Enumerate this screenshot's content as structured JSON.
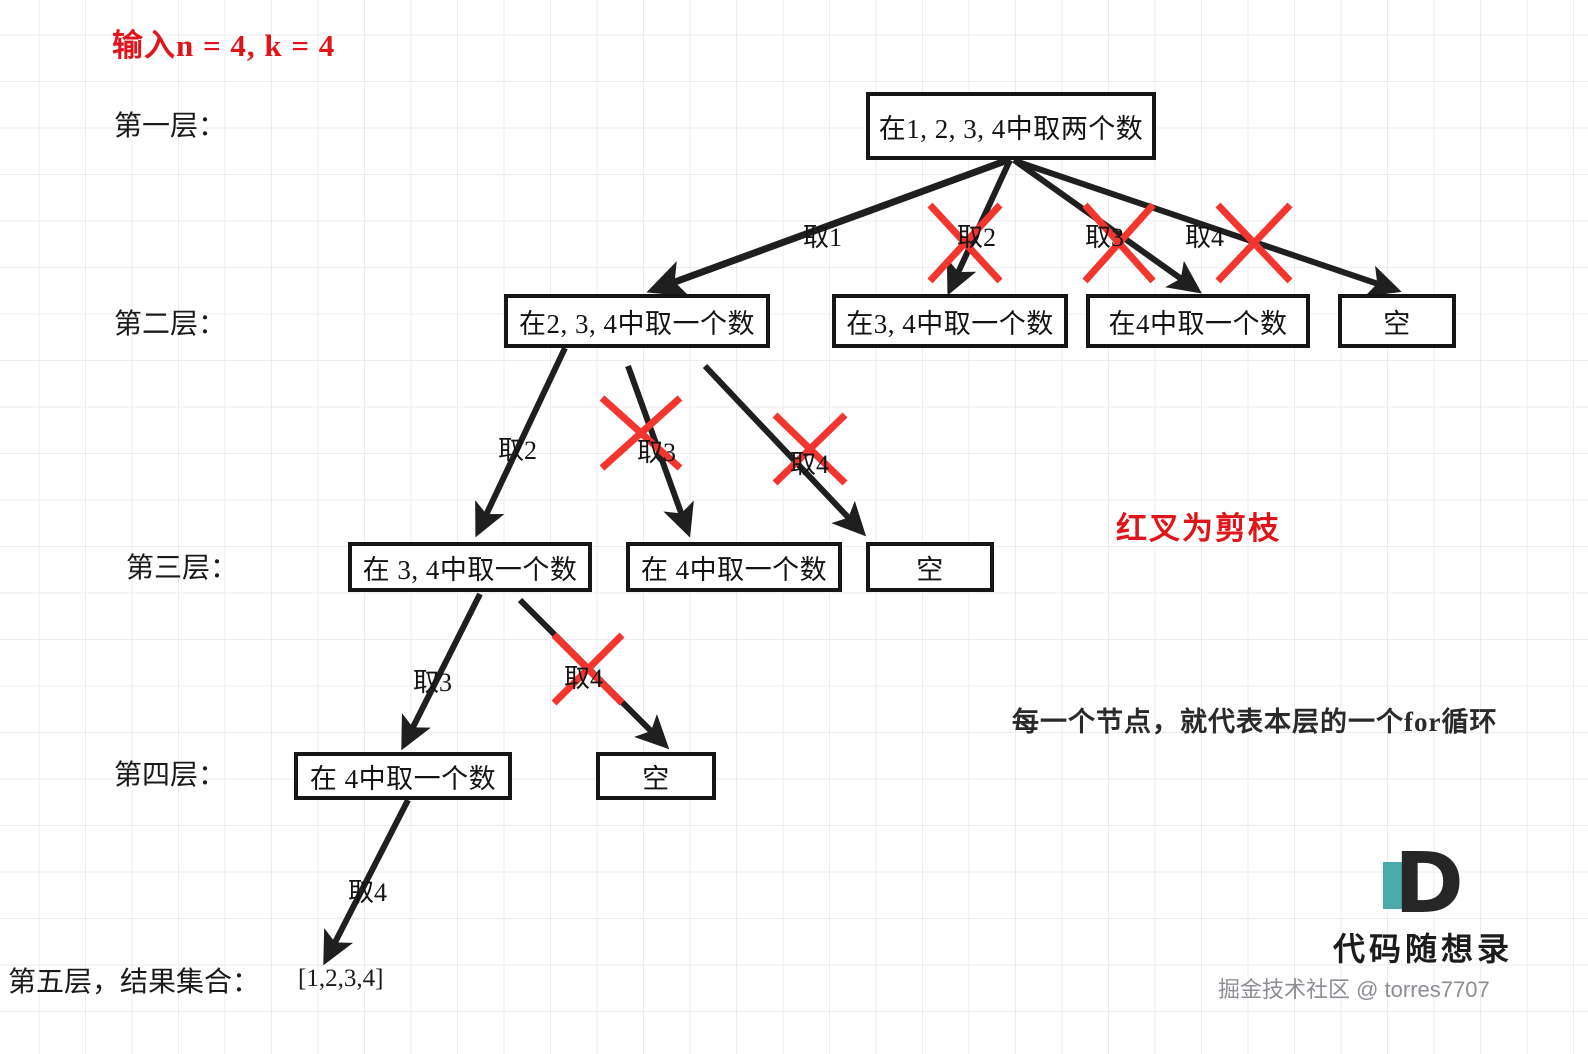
{
  "title": "输入n = 4, k = 4",
  "layer_labels": [
    "第一层：",
    "第二层：",
    "第三层：",
    "第四层：",
    "第五层，结果集合："
  ],
  "nodes": {
    "root": "在1, 2, 3, 4中取两个数",
    "l2_a": "在2, 3, 4中取一个数",
    "l2_b": "在3, 4中取一个数",
    "l2_c": "在4中取一个数",
    "l2_d": "空",
    "l3_a": "在 3, 4中取一个数",
    "l3_b": "在 4中取一个数",
    "l3_c": "空",
    "l4_a": "在 4中取一个数",
    "l4_b": "空"
  },
  "edge_labels": {
    "e1_1": "取1",
    "e1_2": "取2",
    "e1_3": "取3",
    "e1_4": "取4",
    "e2_2": "取2",
    "e2_3": "取3",
    "e2_4": "取4",
    "e3_3": "取3",
    "e3_4": "取4",
    "e4_4": "取4"
  },
  "result_set": "[1,2,3,4]",
  "notes": {
    "pruning": "红叉为剪枝",
    "for_loop": "每一个节点，就代表本层的一个for循环"
  },
  "logo": {
    "mark_letter": "D",
    "name": "代码随想录"
  },
  "watermark": "掘金技术社区 @ torres7707",
  "colors": {
    "prune_red": "#f2352e",
    "title_red": "#e0141b",
    "node_border": "#161616",
    "arrow": "#1f1f1f",
    "grid": "#ededf0",
    "logo_teal": "#4aa9a9"
  }
}
